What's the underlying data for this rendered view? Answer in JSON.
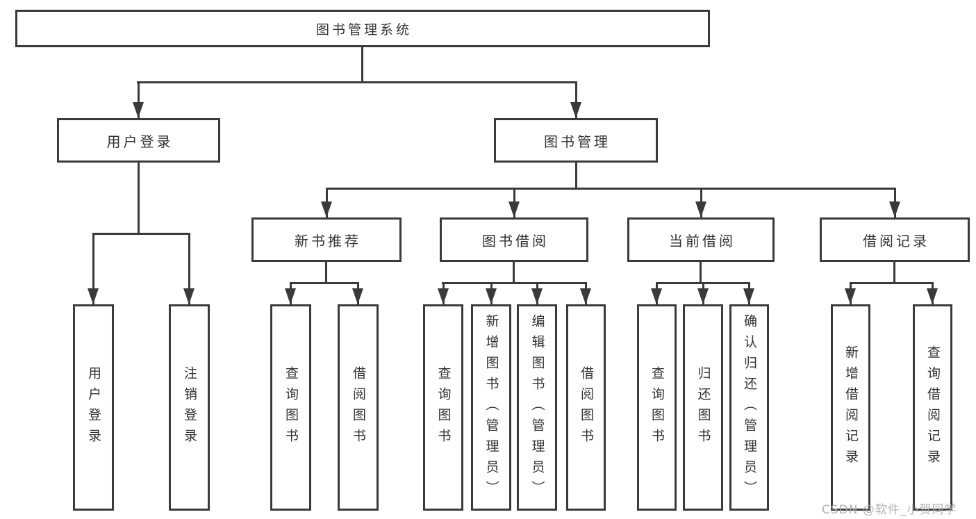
{
  "tree": {
    "root": {
      "label": "图书管理系统"
    },
    "branches": [
      {
        "label": "用户登录",
        "children": [
          {
            "label": "用户登录"
          },
          {
            "label": "注销登录"
          }
        ]
      },
      {
        "label": "图书管理",
        "children": [
          {
            "label": "新书推荐",
            "children": [
              {
                "label": "查询图书"
              },
              {
                "label": "借阅图书"
              }
            ]
          },
          {
            "label": "图书借阅",
            "children": [
              {
                "label": "查询图书"
              },
              {
                "label": "新增图书（管理员）"
              },
              {
                "label": "编辑图书（管理员）"
              },
              {
                "label": "借阅图书"
              }
            ]
          },
          {
            "label": "当前借阅",
            "children": [
              {
                "label": "查询图书"
              },
              {
                "label": "归还图书"
              },
              {
                "label": "确认归还（管理员）"
              }
            ]
          },
          {
            "label": "借阅记录",
            "children": [
              {
                "label": "新增借阅记录"
              },
              {
                "label": "查询借阅记录"
              }
            ]
          }
        ]
      }
    ]
  },
  "watermark": {
    "text": "CSDN @软件_小贺同学",
    "color": "#aaafb6"
  },
  "colors": {
    "line": "#3a3a3a",
    "box_border": "#3a3a3a",
    "text": "#333333",
    "background": "#ffffff"
  }
}
